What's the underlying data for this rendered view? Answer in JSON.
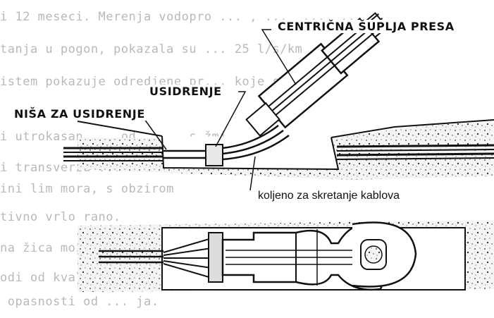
{
  "background_text": [
    "i 12 meseci. Merenja vodopro ... , ...  ...  ...",
    "tanja u pogon, pokazala su ... 25 l/s/km",
    "istem pokazuje odredjene pr... koje se ka",
    "i utrokasan ... od ... , s žmi",
    "i transverza ... ... ... ... na g",
    "ini lim mora, s obzirom",
    "tivno vrlo rano.",
    "na žica može ... ... tun",
    "odi od kvali... ... ... mase",
    " opasnosti od ... ja."
  ],
  "labels": {
    "centricna": "CENTRIČNA ŠUPLJA PRESA",
    "usidrenje": "USIDRENJE",
    "nisa": "NIŠA ZA USIDRENJE",
    "koljeno": "koljeno za skretanje kablova"
  }
}
